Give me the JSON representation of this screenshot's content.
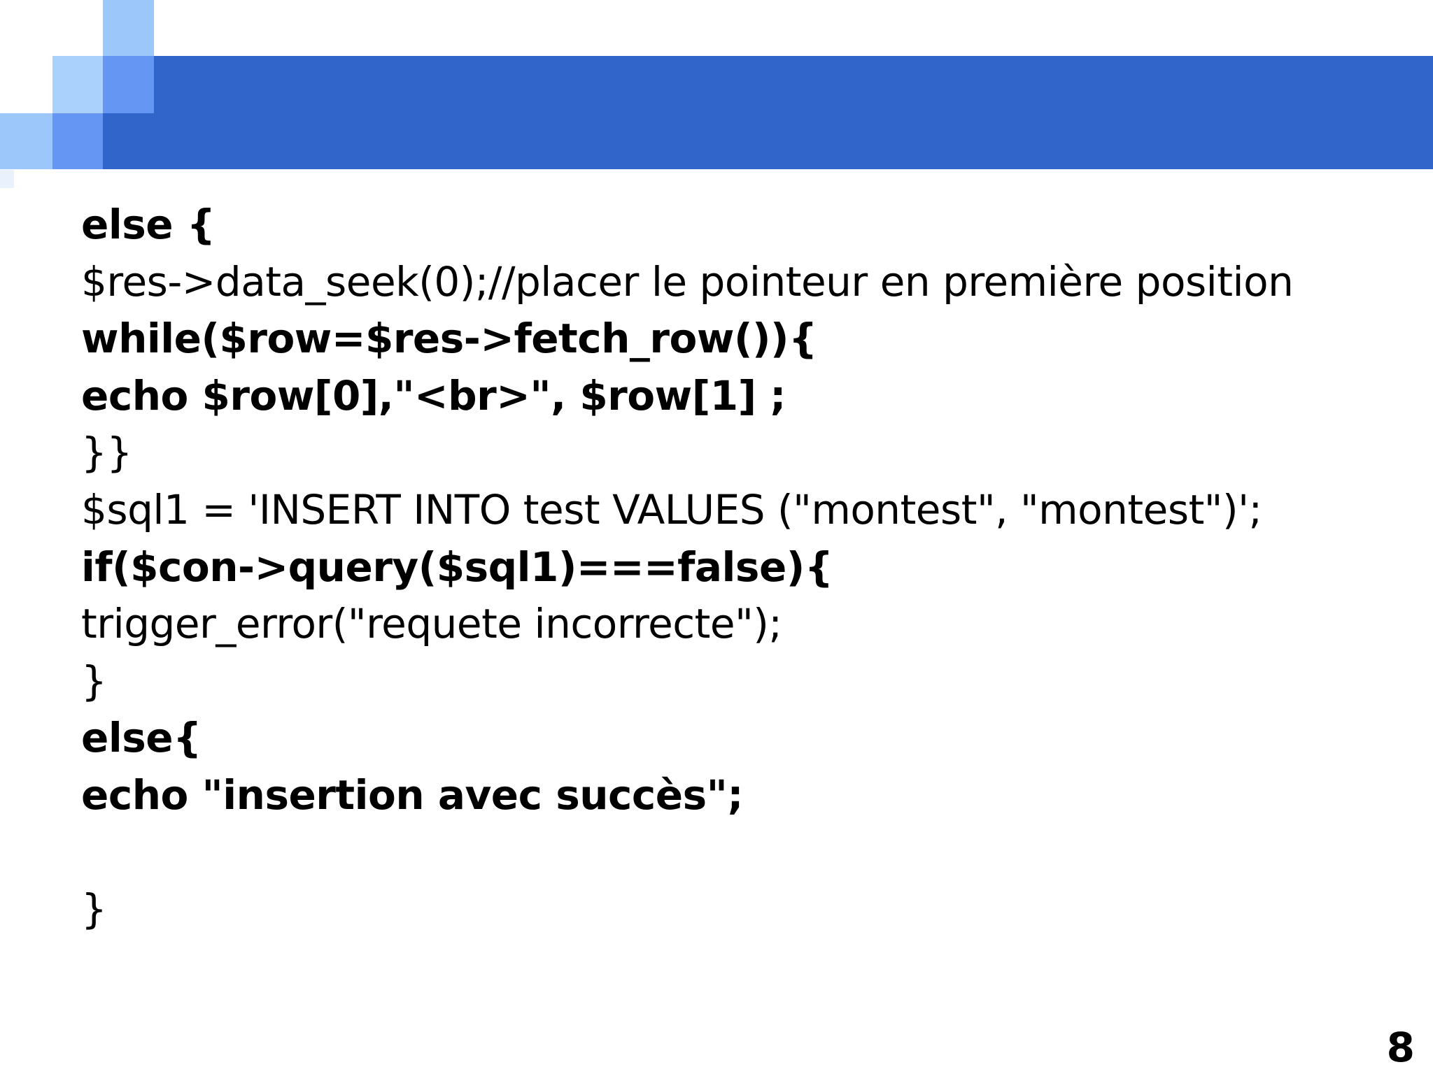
{
  "slide": {
    "colors": {
      "background": "#ffffff",
      "bar_blue": "#3165ca",
      "square_medium_blue": "#6596f4",
      "square_light_blue": "#9bc7fa",
      "square_lighter_blue": "#a9d1fb",
      "text": "#000000"
    },
    "code_lines": [
      {
        "text": "else {",
        "bold": true
      },
      {
        "text": "$res->data_seek(0);//placer le pointeur en première position",
        "bold": false
      },
      {
        "text": "while($row=$res->fetch_row()){",
        "bold": true
      },
      {
        "text": "echo $row[0],\"<br>\", $row[1] ;",
        "bold": true
      },
      {
        "text": "}}",
        "bold": false
      },
      {
        "text": "$sql1 = 'INSERT INTO test VALUES (\"montest\", \"montest\")';",
        "bold": false
      },
      {
        "text": "if($con->query($sql1)===false){",
        "bold": true
      },
      {
        "text": "trigger_error(\"requete incorrecte\");",
        "bold": false
      },
      {
        "text": "}",
        "bold": false
      },
      {
        "text": "else{",
        "bold": true
      },
      {
        "text": "echo \"insertion avec succès\";",
        "bold": true
      },
      {
        "text": "",
        "bold": false
      },
      {
        "text": "}",
        "bold": false
      }
    ],
    "footer": {
      "page_number": "8"
    }
  }
}
